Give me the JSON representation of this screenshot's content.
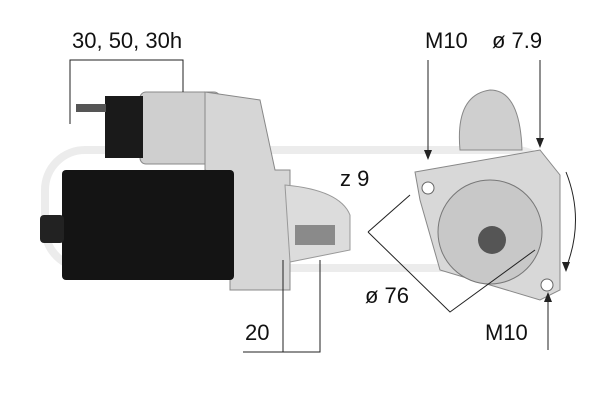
{
  "labels": {
    "terminals": "30, 50, 30h",
    "mount_bolt_top": "M10",
    "bolt_hole_diameter": "ø 7.9",
    "teeth": "z 9",
    "flange_diameter": "ø 76",
    "pinion_length": "20",
    "mount_bolt_bottom": "M10"
  },
  "colors": {
    "housing": "#c8c8c8",
    "motor_body": "#141414",
    "annotation": "#222222"
  }
}
